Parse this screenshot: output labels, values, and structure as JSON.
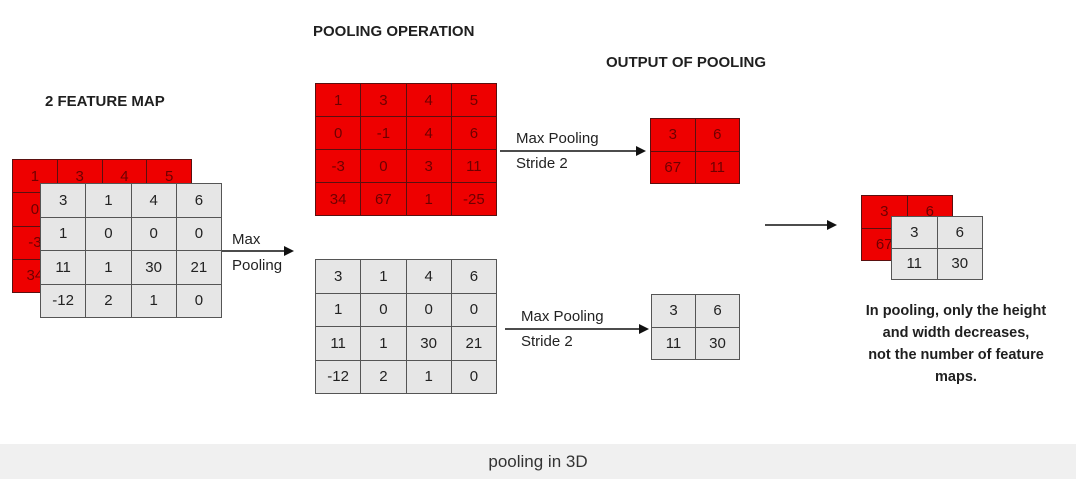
{
  "titles": {
    "feature_map": "2 FEATURE MAP",
    "pooling_operation": "POOLING OPERATION",
    "output": "OUTPUT OF POOLING"
  },
  "labels": {
    "max": "Max",
    "pooling": "Pooling",
    "max_pooling_top": "Max Pooling",
    "stride_top": "Stride 2",
    "max_pooling_bottom": "Max Pooling",
    "stride_bottom": "Stride 2"
  },
  "colors": {
    "red_map": "#ee0000",
    "gray_map": "#e6e6e6"
  },
  "red_map": [
    [
      "1",
      "3",
      "4",
      "5"
    ],
    [
      "0",
      "-1",
      "4",
      "6"
    ],
    [
      "-3",
      "0",
      "3",
      "11"
    ],
    [
      "34",
      "67",
      "1",
      "-25"
    ]
  ],
  "gray_map": [
    [
      "3",
      "1",
      "4",
      "6"
    ],
    [
      "1",
      "0",
      "0",
      "0"
    ],
    [
      "11",
      "1",
      "30",
      "21"
    ],
    [
      "-12",
      "2",
      "1",
      "0"
    ]
  ],
  "red_output": [
    [
      "3",
      "6"
    ],
    [
      "67",
      "11"
    ]
  ],
  "gray_output": [
    [
      "3",
      "6"
    ],
    [
      "11",
      "30"
    ]
  ],
  "note": {
    "line1": "In pooling, only the height",
    "line2": "and width decreases,",
    "line3": "not the number of feature",
    "line4": "maps."
  },
  "caption": "pooling in 3D"
}
